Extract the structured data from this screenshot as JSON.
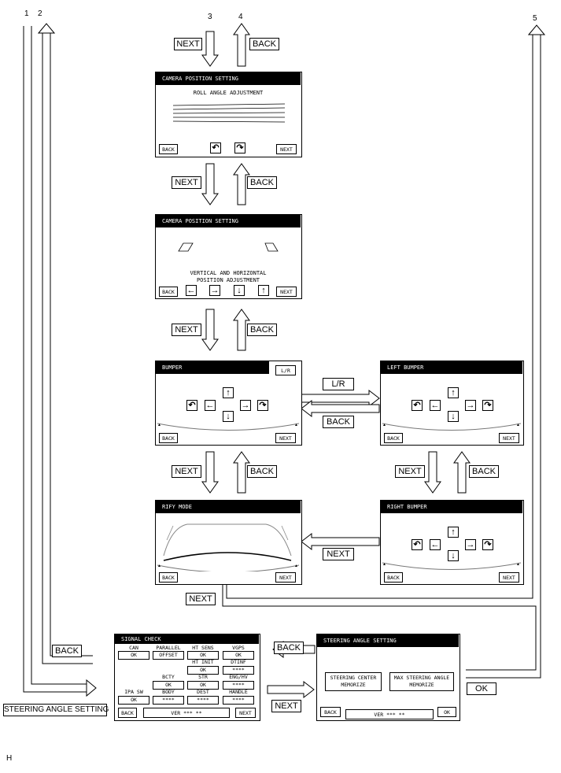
{
  "numbers": [
    "1",
    "2",
    "3",
    "4",
    "5"
  ],
  "labels": {
    "next": "NEXT",
    "back": "BACK",
    "lr": "L/R",
    "ok": "OK",
    "steering_angle_setting": "STEERING ANGLE SETTING",
    "corner": "H"
  },
  "screens": {
    "roll": {
      "title": "CAMERA POSITION SETTING",
      "heading": "ROLL ANGLE ADJUSTMENT",
      "back": "BACK",
      "next": "NEXT"
    },
    "vh": {
      "title": "CAMERA POSITION SETTING",
      "caption_line1": "VERTICAL AND HORIZONTAL",
      "caption_line2": "POSITION ADJUSTMENT",
      "back": "BACK",
      "next": "NEXT"
    },
    "bumper": {
      "title": "BUMPER",
      "lr": "L/R",
      "back": "BACK",
      "next": "NEXT"
    },
    "left": {
      "title": "LEFT BUMPER",
      "back": "BACK",
      "next": "NEXT"
    },
    "rify": {
      "title": "RIFY MODE",
      "back": "BACK",
      "next": "NEXT"
    },
    "right": {
      "title": "RIGHT BUMPER",
      "back": "BACK",
      "next": "NEXT"
    },
    "signal": {
      "title": "SIGNAL CHECK",
      "can": "CAN",
      "can_val": "OK",
      "parallel": "PARALLEL",
      "offset": "OFFSET",
      "ht_sens": "HT SENS",
      "ht_sens_val": "OK",
      "vgps": "VGPS",
      "vgps_val": "OK",
      "ht_init": "HT INIT",
      "ht_init_val": "OK",
      "dtinf": "DTINF",
      "dtinf_val": "****",
      "bcty": "BCTY",
      "bcty_val": "OK",
      "str": "STR",
      "str_val": "OK",
      "enghv": "ENG/HV",
      "enghv_val": "****",
      "ipasw": "IPA SW",
      "ipasw_val": "OK",
      "body": "BODY",
      "body_val": "****",
      "dest": "DEST",
      "dest_val": "****",
      "handle": "HANDLE",
      "handle_val": "****",
      "back": "BACK",
      "version": "VER ***        **",
      "next": "NEXT"
    },
    "steering": {
      "title": "STEERING ANGLE SETTING",
      "center_line1": "STEERING CENTER",
      "center_line2": "MEMORIZE",
      "max_line1": "MAX STEERING ANGLE",
      "max_line2": "MEMORIZE",
      "back": "BACK",
      "version": "VER ***        **",
      "ok": "OK"
    }
  },
  "icons": {
    "rotate_ccw": "↶",
    "rotate_cw": "↷",
    "left": "←",
    "right": "→",
    "up": "↑",
    "down": "↓"
  }
}
